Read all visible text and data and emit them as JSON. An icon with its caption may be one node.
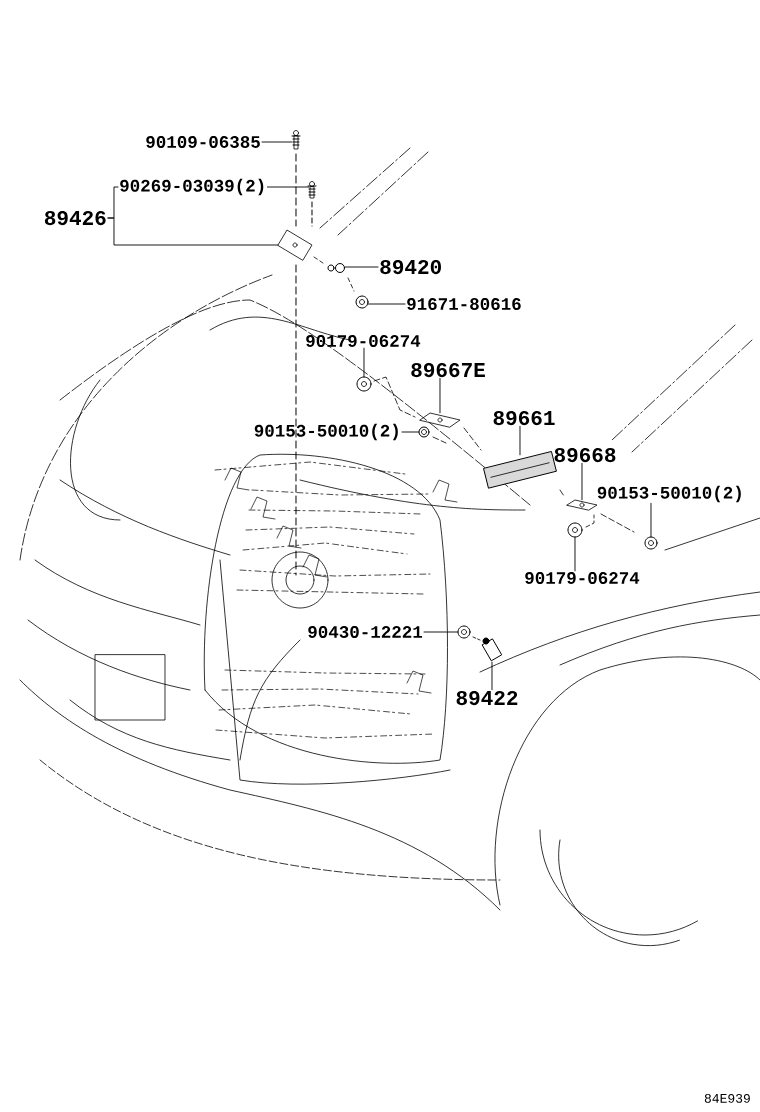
{
  "diagram": {
    "nodes": [
      {
        "text": [
          "90109-06385"
        ]
      },
      {
        "text": [],
        "shape": "picture"
      },
      {
        "text": [
          "89426"
        ]
      },
      {
        "text": [
          "90269-03039(2)"
        ]
      },
      {
        "text": [],
        "shape": "picture"
      },
      {
        "text": [],
        "shape": "picture"
      },
      {
        "text": [
          "89420"
        ]
      },
      {
        "text": [],
        "shape": "picture"
      },
      {
        "text": [
          "91671-80616"
        ]
      },
      {
        "text": [],
        "shape": "picture"
      },
      {
        "text": [
          "90179-06274"
        ]
      },
      {
        "text": [],
        "shape": "picture"
      },
      {
        "text": [
          "89667E"
        ]
      },
      {
        "text": [],
        "shape": "picture"
      },
      {
        "text": [
          "90153-50010(2)"
        ]
      },
      {
        "text": [],
        "shape": "picture"
      },
      {
        "text": [
          "89661"
        ]
      },
      {
        "text": [],
        "shape": "picture"
      },
      {
        "text": [
          "89668"
        ]
      },
      {
        "text": [],
        "shape": "picture"
      },
      {
        "text": [
          "90153-50010(2)"
        ]
      },
      {
        "text": [],
        "shape": "picture"
      },
      {
        "text": [
          "90179-06274"
        ]
      },
      {
        "text": [],
        "shape": "picture"
      },
      {
        "text": [
          "90430-12221"
        ]
      },
      {
        "text": [],
        "shape": "picture"
      },
      {
        "text": [
          "89422"
        ]
      },
      {
        "text": [],
        "shape": "picture"
      }
    ],
    "edges": [
      {
        "from": 0,
        "to": 1,
        "arrow": "none"
      },
      {
        "from": 2,
        "to": 3,
        "arrow": "none"
      },
      {
        "from": 2,
        "to": 5,
        "arrow": "none"
      },
      {
        "from": 3,
        "to": 4,
        "arrow": "none"
      },
      {
        "from": 6,
        "to": 7,
        "arrow": "none"
      },
      {
        "from": 8,
        "to": 9,
        "arrow": "none"
      },
      {
        "from": 10,
        "to": 11,
        "arrow": "none"
      },
      {
        "from": 12,
        "to": 13,
        "arrow": "none"
      },
      {
        "from": 14,
        "to": 15,
        "arrow": "none"
      },
      {
        "from": 16,
        "to": 17,
        "arrow": "none"
      },
      {
        "from": 18,
        "to": 19,
        "arrow": "none"
      },
      {
        "from": 20,
        "to": 21,
        "arrow": "none"
      },
      {
        "from": 22,
        "to": 23,
        "arrow": "none"
      },
      {
        "from": 24,
        "to": 25,
        "arrow": "none"
      },
      {
        "from": 26,
        "to": 27,
        "arrow": "none"
      }
    ],
    "labels": [
      "84E939"
    ]
  }
}
